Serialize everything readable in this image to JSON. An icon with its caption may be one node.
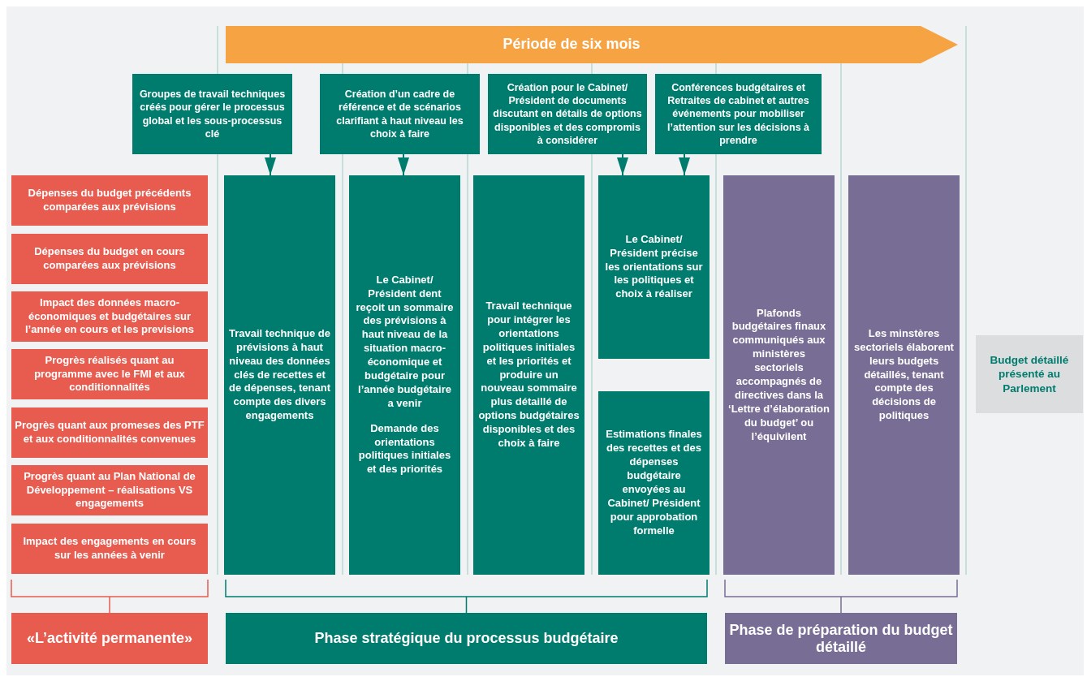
{
  "diagram": {
    "nodes": [
      {
        "text": [
          "Période de six mois"
        ]
      },
      {
        "text": [
          "Groupes de travail techniques créés pour gérer le processus global et les sous-processus clé"
        ]
      },
      {
        "text": [
          "Création d’un cadre de référence et de scénarios clarifiant à haut niveau les choix à faire"
        ]
      },
      {
        "text": [
          "Création pour le Cabinet/ Président de documents discutant en détails de options disponibles et des compromis à considérer"
        ]
      },
      {
        "text": [
          "Conférences budgétaires et Retraites de cabinet et autres événements pour mobiliser l’attention sur les décisions à prendre"
        ]
      },
      {
        "text": [
          "Dépenses du budget précédents comparées aux prévisions"
        ]
      },
      {
        "text": [
          "Dépenses du budget en cours comparées aux prévisions"
        ]
      },
      {
        "text": [
          "Impact des données macro-économiques et budgétaires sur l’année en cours et les previsions"
        ]
      },
      {
        "text": [
          "Progrès réalisés quant au programme avec le FMI et aux conditionnalités"
        ]
      },
      {
        "text": [
          "Progrès quant aux promeses des PTF et aux conditionnalités convenues"
        ]
      },
      {
        "text": [
          "Progrès quant au Plan National de Développement – réalisations VS engagements"
        ]
      },
      {
        "text": [
          "Impact des engagements en cours sur les années à venir"
        ]
      },
      {
        "text": [
          "Travail technique de prévisions à haut niveau des données clés de recettes et de dépenses, tenant compte des divers engagements"
        ]
      },
      {
        "text": [
          "Le Cabinet/ Président dent reçoit un sommaire des prévisions à haut niveau de la situation macro-économique et budgétaire pour l’année budgétaire a venir",
          "Demande des orientations politiques initiales et des priorités"
        ]
      },
      {
        "text": [
          "Travail technique pour intégrer les orientations politiques initiales et les priorités et produire un nouveau sommaire plus détaillé de options budgétaires disponibles et des choix à faire"
        ]
      },
      {
        "text": [
          "Le Cabinet/ Président précise les orientations sur les politiques et choix à réaliser"
        ]
      },
      {
        "text": [
          "Estimations finales des recettes et des dépenses budgétaire envoyées au Cabinet/ Président pour approbation formelle"
        ]
      },
      {
        "text": [
          "Plafonds budgétaires finaux communiqués aux ministères sectoriels accompagnés de directives dans la ‘Lettre d’élaboration du budget’ ou l’équivilent"
        ]
      },
      {
        "text": [
          "Les minstères sectoriels élaborent leurs budgets détaillés, tenant compte des décisions de politiques"
        ]
      },
      {
        "text": [
          "Budget détaillé présenté au Parlement"
        ]
      },
      {
        "text": [
          "«L’activité permanente»"
        ]
      },
      {
        "text": [
          "Phase stratégique du processus budgétaire"
        ]
      },
      {
        "text": [
          "Phase de préparation du budget détaillé"
        ]
      }
    ],
    "edges": [
      {
        "from": 1,
        "to": 12,
        "arrow": "to"
      },
      {
        "from": 2,
        "to": 13,
        "arrow": "to"
      },
      {
        "from": 3,
        "to": 15,
        "arrow": "to"
      },
      {
        "from": 4,
        "to": 15,
        "arrow": "to"
      }
    ]
  }
}
